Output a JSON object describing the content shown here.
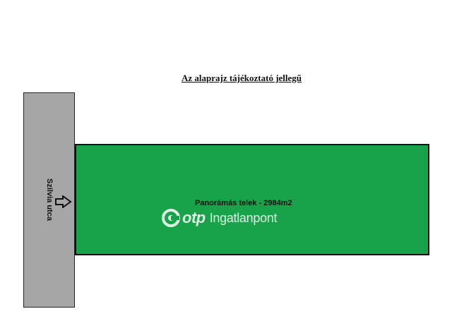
{
  "title": "Az alaprajz tájékoztató jellegű",
  "street": {
    "label": "Szilvia utca"
  },
  "plot": {
    "label": "Panorámás telek - 2984m2"
  },
  "watermark": {
    "brand": "otp",
    "product": "Ingatlanpont"
  },
  "colors": {
    "plot": "#18a34a",
    "street": "#a6a6a6",
    "outline": "#111111"
  },
  "icons": {
    "entry": "arrow-right-icon",
    "logo": "otp-logo-mark-icon"
  }
}
